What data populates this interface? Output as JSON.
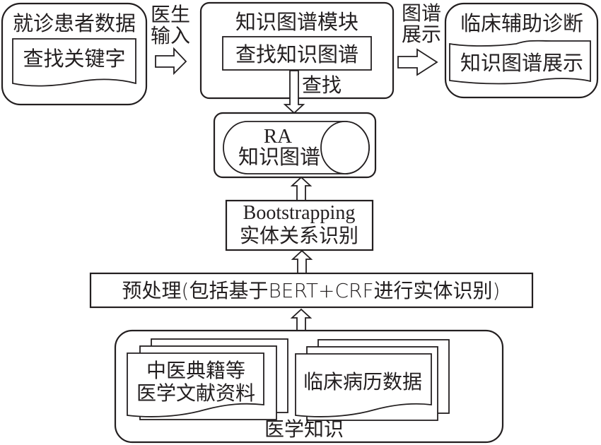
{
  "diagram": {
    "patient_box": {
      "title": "就诊患者数据",
      "doc_label": "查找关键字"
    },
    "arrow_doctor_input": {
      "line1": "医生",
      "line2": "输入"
    },
    "kg_module": {
      "title": "知识图谱模块",
      "inner_label": "查找知识图谱",
      "search_label": "查找"
    },
    "arrow_kg_display": {
      "line1": "图谱",
      "line2": "展示"
    },
    "clinical_box": {
      "title": "临床辅助诊断",
      "doc_label": "知识图谱展示"
    },
    "ra_kg": {
      "line1": "RA",
      "line2": "知识图谱"
    },
    "bootstrapping": {
      "line1": "Bootstrapping",
      "line2": "实体关系识别"
    },
    "preprocess": {
      "label": "预处理(包括基于BERT+CRF进行实体识别)"
    },
    "medical_knowledge": {
      "label": "医学知识",
      "tcm_docs": {
        "line1": "中医典籍等",
        "line2": "医学文献资料"
      },
      "clinical_records": {
        "label": "临床病历数据"
      }
    }
  }
}
